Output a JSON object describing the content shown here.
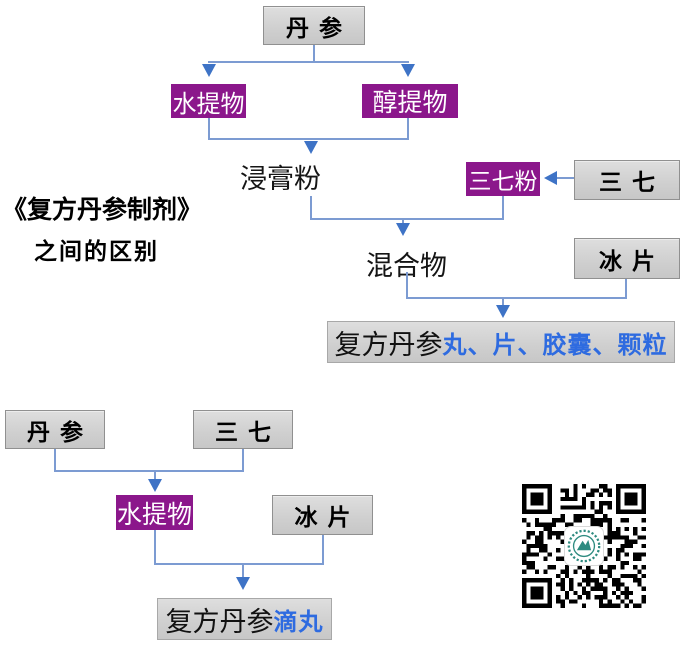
{
  "title": {
    "line1": "《复方丹参制剂》",
    "line2": "之间的区别"
  },
  "colors": {
    "gray_box_fill": "#d3d3d3",
    "gray_box_border": "#909090",
    "purple_box": "#8b178b",
    "purple_box_text": "#ffffff",
    "connector_line": "#7c9bd2",
    "arrow_head": "#3e73c6",
    "product_blue_text": "#2e6be0",
    "qr_logo_teal": "#2e8b80"
  },
  "flow_top": {
    "danshen": "丹参",
    "water_extract": "水提物",
    "alcohol_extract": "醇提物",
    "extract_powder": "浸膏粉",
    "sanqi_powder": "三七粉",
    "sanqi": "三七",
    "mixture": "混合物",
    "borneol": "冰片",
    "product_prefix": "复方丹参",
    "product_forms": "丸、片、胶囊、颗粒"
  },
  "flow_bottom": {
    "danshen": "丹参",
    "sanqi": "三七",
    "water_extract": "水提物",
    "borneol": "冰片",
    "product_prefix": "复方丹参",
    "product_forms": "滴丸"
  }
}
